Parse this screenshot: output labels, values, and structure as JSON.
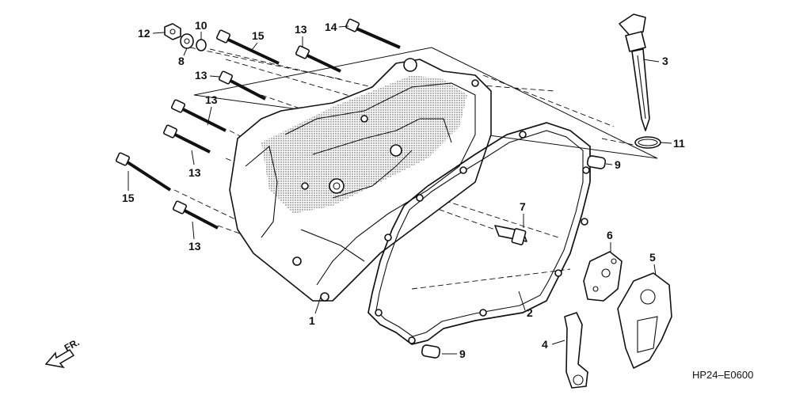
{
  "diagram_code": "HP24–E0600",
  "direction_label": "FR.",
  "callouts": [
    {
      "id": "c1",
      "num": "1"
    },
    {
      "id": "c2",
      "num": "2"
    },
    {
      "id": "c3",
      "num": "3"
    },
    {
      "id": "c4",
      "num": "4"
    },
    {
      "id": "c5",
      "num": "5"
    },
    {
      "id": "c6",
      "num": "6"
    },
    {
      "id": "c7",
      "num": "7"
    },
    {
      "id": "c8",
      "num": "8"
    },
    {
      "id": "c9a",
      "num": "9"
    },
    {
      "id": "c9b",
      "num": "9"
    },
    {
      "id": "c10",
      "num": "10"
    },
    {
      "id": "c11",
      "num": "11"
    },
    {
      "id": "c12",
      "num": "12"
    },
    {
      "id": "c13a",
      "num": "13"
    },
    {
      "id": "c13b",
      "num": "13"
    },
    {
      "id": "c13c",
      "num": "13"
    },
    {
      "id": "c13d",
      "num": "13"
    },
    {
      "id": "c13e",
      "num": "13"
    },
    {
      "id": "c14",
      "num": "14"
    },
    {
      "id": "c15a",
      "num": "15"
    },
    {
      "id": "c15b",
      "num": "15"
    }
  ]
}
